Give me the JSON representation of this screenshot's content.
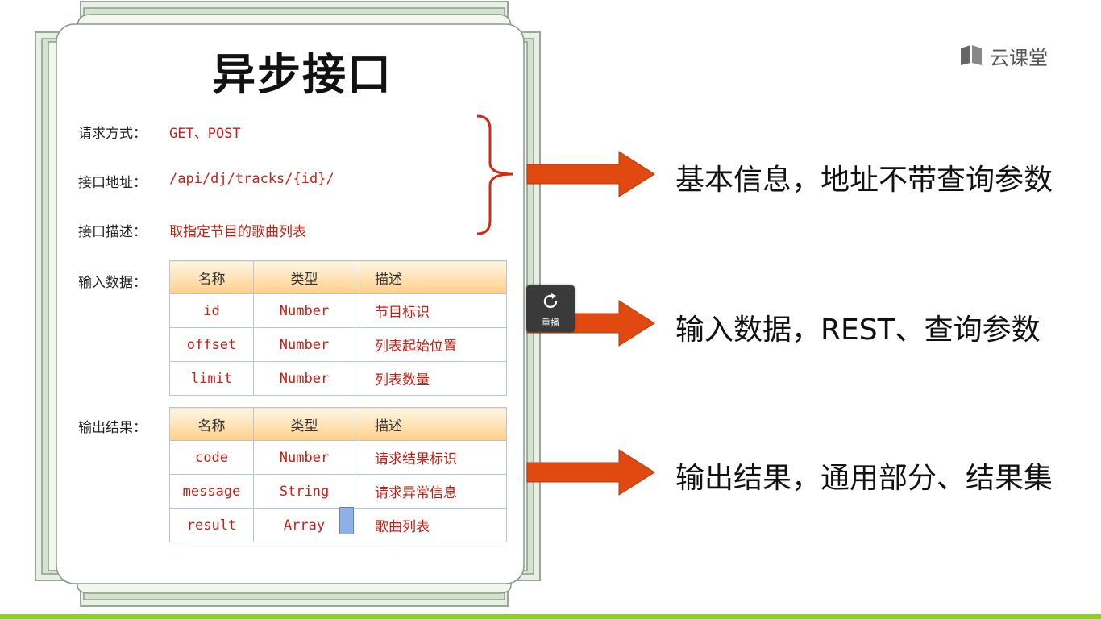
{
  "card": {
    "title": "异步接口",
    "request_method_label": "请求方式：",
    "request_method_value": "GET、POST",
    "address_label": "接口地址：",
    "address_value": "/api/dj/tracks/{id}/",
    "description_label": "接口描述：",
    "description_value": "取指定节目的歌曲列表",
    "input_label": "输入数据：",
    "output_label": "输出结果："
  },
  "input_table": {
    "headers": [
      "名称",
      "类型",
      "描述"
    ],
    "rows": [
      [
        "id",
        "Number",
        "节目标识"
      ],
      [
        "offset",
        "Number",
        "列表起始位置"
      ],
      [
        "limit",
        "Number",
        "列表数量"
      ]
    ]
  },
  "output_table": {
    "headers": [
      "名称",
      "类型",
      "描述"
    ],
    "rows": [
      [
        "code",
        "Number",
        "请求结果标识"
      ],
      [
        "message",
        "String",
        "请求异常信息"
      ],
      [
        "result",
        "Array",
        "歌曲列表"
      ]
    ]
  },
  "callouts": [
    "基本信息，地址不带查询参数",
    "输入数据，REST、查询参数",
    "输出结果，通用部分、结果集"
  ],
  "overlay": {
    "replay_label": "重播",
    "replay_icon": "refresh-icon"
  },
  "logo": {
    "text": "云课堂",
    "icon": "book-icon"
  },
  "colors": {
    "accent_red": "#c62015",
    "arrow_orange": "#e04a10",
    "bar_green": "#8ecf2f",
    "header_orange": "#ffd08a"
  }
}
